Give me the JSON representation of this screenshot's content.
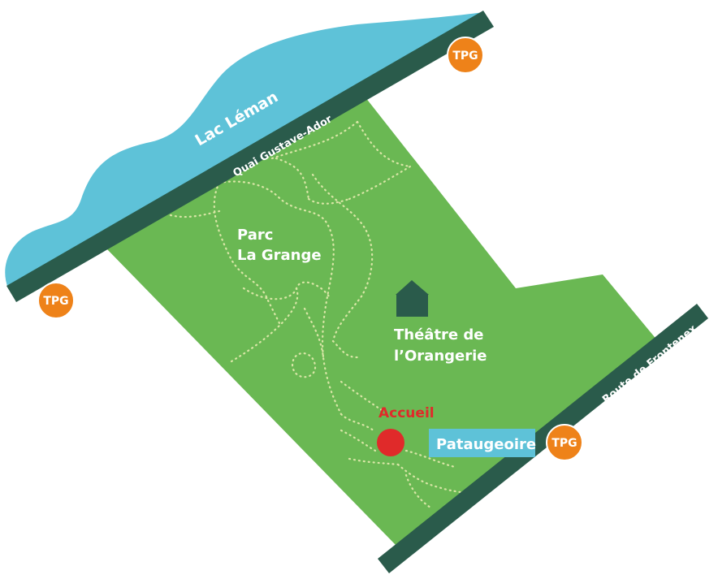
{
  "map": {
    "lake": {
      "label": "Lac Léman"
    },
    "park": {
      "label_line1": "Parc",
      "label_line2": "La Grange"
    },
    "roads": {
      "quai": "Quai Gustave-Ador",
      "route": "Route de Frontenex"
    },
    "theatre": {
      "line1": "Théâtre de",
      "line2": "l’Orangerie"
    },
    "accueil": {
      "label": "Accueil"
    },
    "pataugeoire": {
      "label": "Pataugeoire"
    },
    "tpg_stops": [
      "TPG",
      "TPG",
      "TPG"
    ],
    "colors": {
      "park": "#6ab853",
      "lake": "#5ec2d8",
      "road": "#2a5b4b",
      "tpg": "#ee8219",
      "accueil": "#e02a2a",
      "pataugeoire_bg": "#5ec2d8",
      "theatre_icon": "#2a5b4b"
    }
  }
}
